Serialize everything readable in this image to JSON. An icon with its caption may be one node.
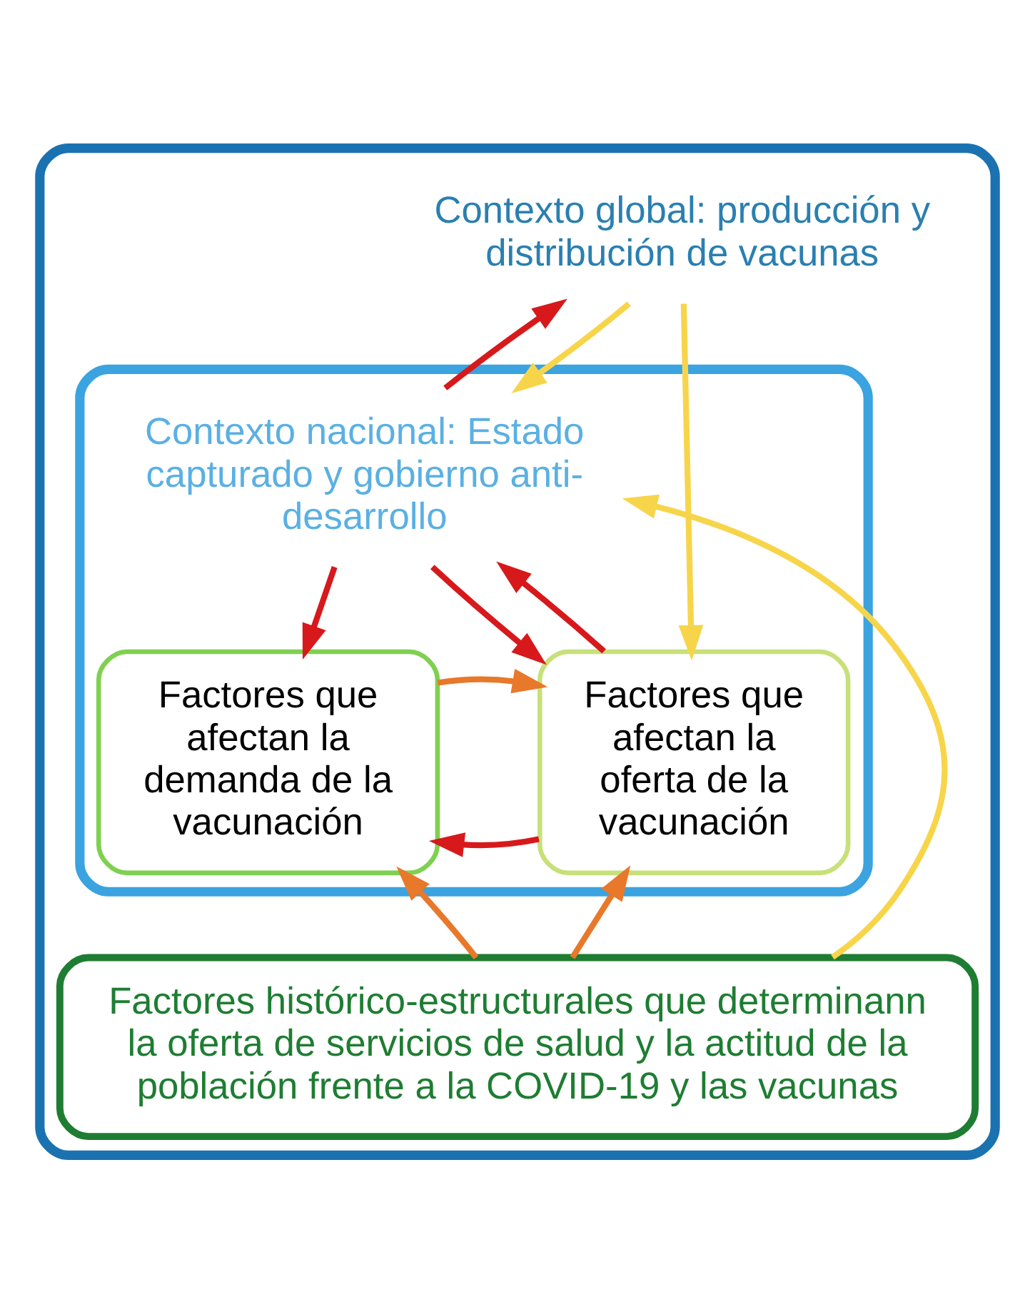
{
  "diagram": {
    "nodes": [
      {
        "text": [
          "Contexto global: producción y distribución de vacunas"
        ]
      },
      {
        "text": [
          "Contexto nacional: Estado capturado y gobierno anti-desarrollo"
        ],
        "in": 0
      },
      {
        "text": [
          "Factores que afectan la oferta de la vacunación"
        ],
        "in": 1
      },
      {
        "text": [
          "Factores que afectan la demanda de la vacunación"
        ],
        "in": 1
      },
      {
        "text": [
          "Factores histórico-estructurales que determinann la oferta de servicios de salud y la actitud de la población frente a la COVID-19 y las vacunas"
        ],
        "in": 0
      }
    ],
    "edges": [
      {
        "from": 0,
        "to": 2,
        "arrow": "to",
        "color": "#f7d54a"
      },
      {
        "from": 1,
        "to": 0,
        "arrow": "to",
        "color": "#d7191c"
      },
      {
        "from": 0,
        "to": 1,
        "arrow": "to",
        "color": "#f7d54a"
      },
      {
        "from": 2,
        "to": 1,
        "arrow": "to",
        "color": "#d7191c"
      },
      {
        "from": 1,
        "to": 2,
        "arrow": "to",
        "color": "#d7191c"
      },
      {
        "from": 1,
        "to": 3,
        "arrow": "to",
        "color": "#d7191c"
      },
      {
        "from": 2,
        "to": 3,
        "arrow": "to",
        "color": "#d7191c"
      },
      {
        "from": 3,
        "to": 2,
        "arrow": "to",
        "color": "#e8782a"
      },
      {
        "from": 4,
        "to": 2,
        "arrow": "to",
        "color": "#e8782a"
      },
      {
        "from": 4,
        "to": 3,
        "arrow": "to",
        "color": "#e8782a"
      },
      {
        "from": 4,
        "to": 1,
        "arrow": "to",
        "color": "#f7d54a"
      }
    ]
  }
}
